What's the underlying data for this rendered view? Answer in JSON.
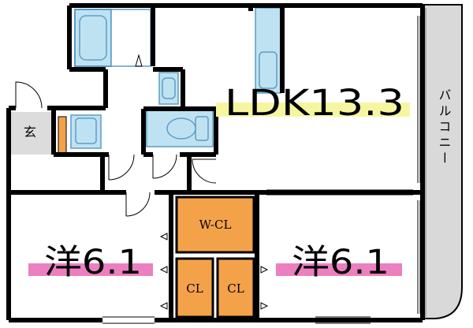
{
  "floorplan": {
    "ldk_label": "LDK13.3",
    "room_left_label": "洋6.1",
    "room_right_label": "洋6.1",
    "walk_in_closet_label": "W-CL",
    "closet_a_label": "CL",
    "closet_b_label": "CL",
    "entrance_label": "玄",
    "balcony_label": "バルコニー"
  },
  "colors": {
    "wall": "#000000",
    "balcony_fill": "#d9d9d9",
    "entrance_fill": "#dcdcdc",
    "closet_fill": "#f4a24a",
    "fixture_fill": "#bfe2f2",
    "fixture_outline": "#5d9dc4",
    "ldk_highlight": "#f6f6a0",
    "room_highlight": "#ec7fc0"
  }
}
